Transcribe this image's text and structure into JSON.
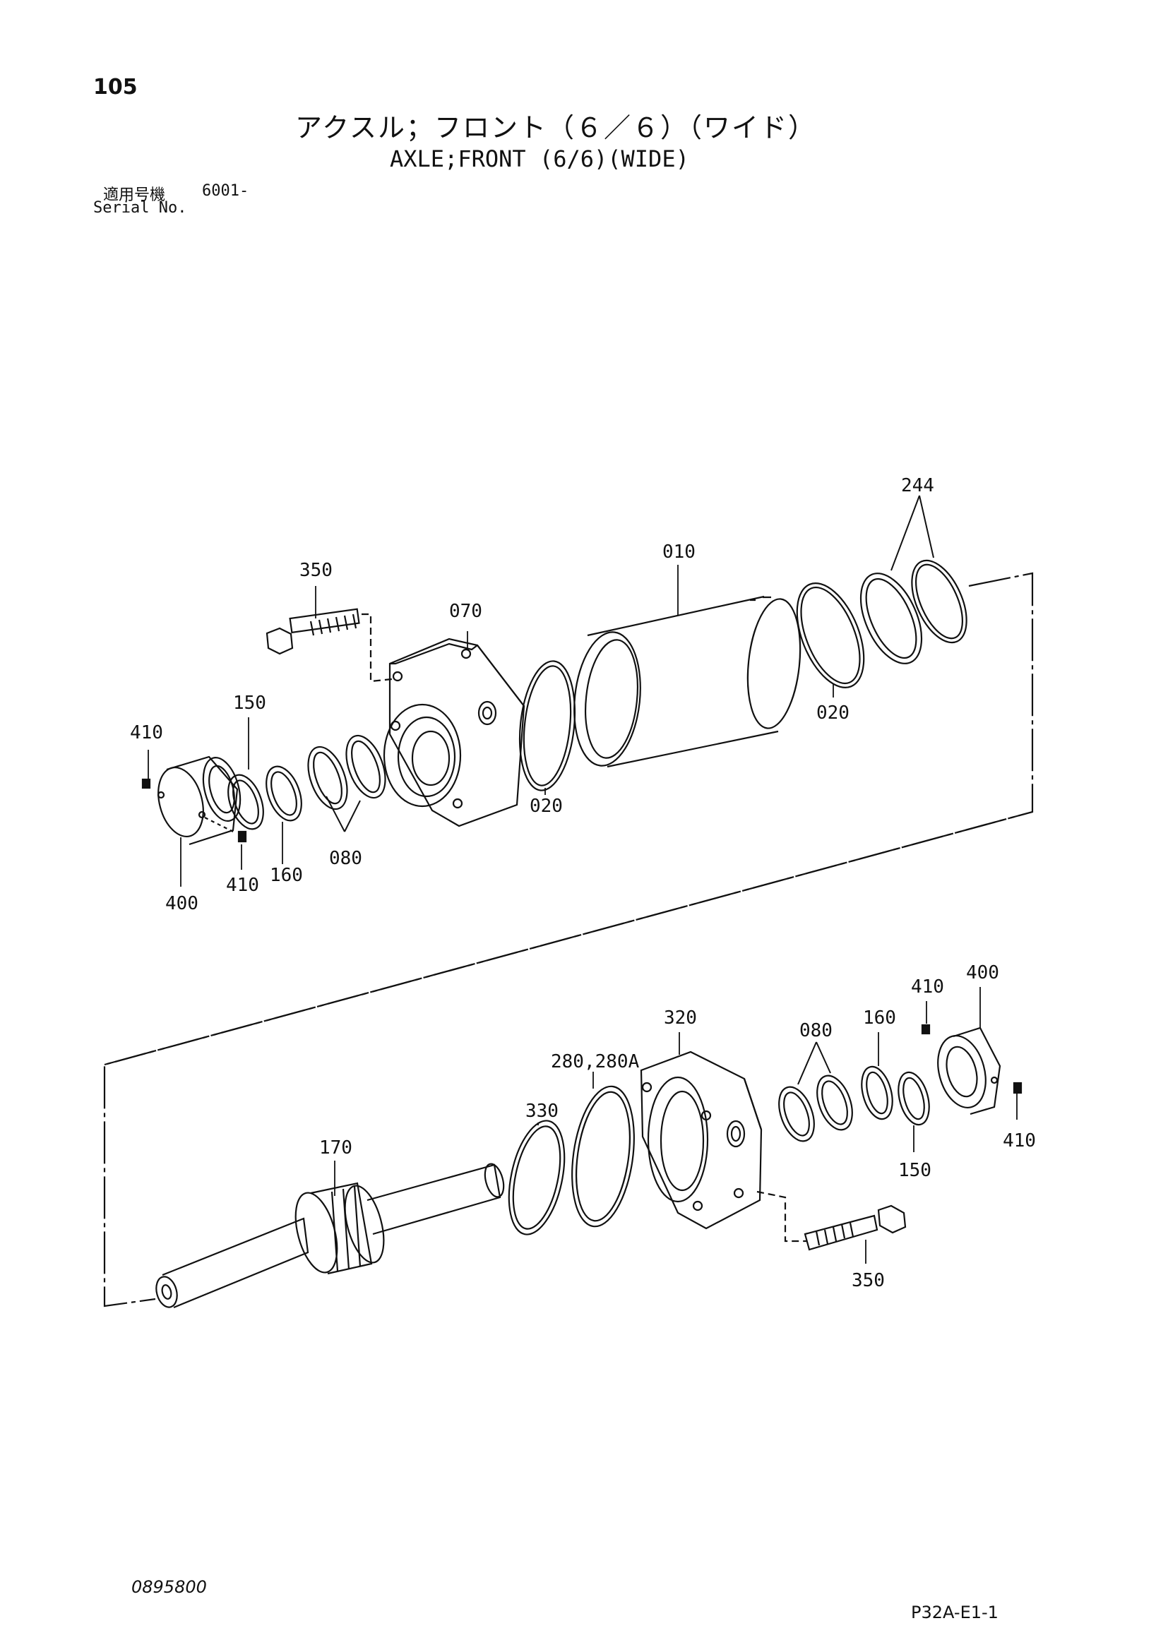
{
  "header": {
    "page_number": "105",
    "title_jp": "アクスル；フロント（６／６）（ワイド）",
    "title_en": "AXLE;FRONT (6/6)(WIDE)",
    "serial_label_jp": "適用号機",
    "serial_value": "6001-",
    "serial_label_en": "Serial No."
  },
  "footer": {
    "doc_number": "0895800",
    "sheet_code": "P32A-E1-1"
  },
  "callouts": {
    "c244": "244",
    "c010": "010",
    "c350_top": "350",
    "c070": "070",
    "c020_right": "020",
    "c020_left": "020",
    "c150_top": "150",
    "c410_top_left": "410",
    "c410_top_bottom": "410",
    "c160_top": "160",
    "c080_top": "080",
    "c400_top": "400",
    "c320": "320",
    "c280": "280,280A",
    "c330": "330",
    "c170": "170",
    "c080_bottom": "080",
    "c160_bottom": "160",
    "c410_bottom_top": "410",
    "c400_bottom": "400",
    "c410_bottom_right": "410",
    "c150_bottom": "150",
    "c350_bottom": "350"
  }
}
